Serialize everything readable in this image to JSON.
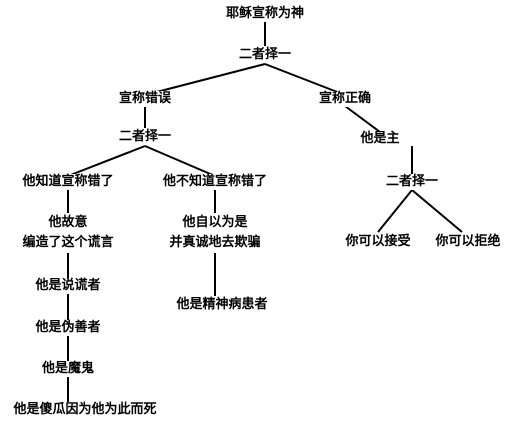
{
  "root": "耶稣宣称为神",
  "choice_1": "二者择一",
  "claim_false": "宣称错误",
  "claim_true": "宣称正确",
  "choice_2": "二者择一",
  "he_is_lord": "他是主",
  "knew_false": "他知道宣称错了",
  "didnt_know_false": "他不知道宣称错了",
  "choice_3": "二者择一",
  "deliberate_line1": "他故意",
  "deliberate_line2": "编造了这个谎言",
  "believed_line1": "他自以为是",
  "believed_line2": "并真诚地去欺骗",
  "you_accept": "你可以接受",
  "you_reject": "你可以拒绝",
  "liar": "他是说谎者",
  "hypocrite": "他是伪善者",
  "demon": "他是魔鬼",
  "fool": "他是傻瓜因为他为此而死",
  "lunatic": "他是精神病患者"
}
